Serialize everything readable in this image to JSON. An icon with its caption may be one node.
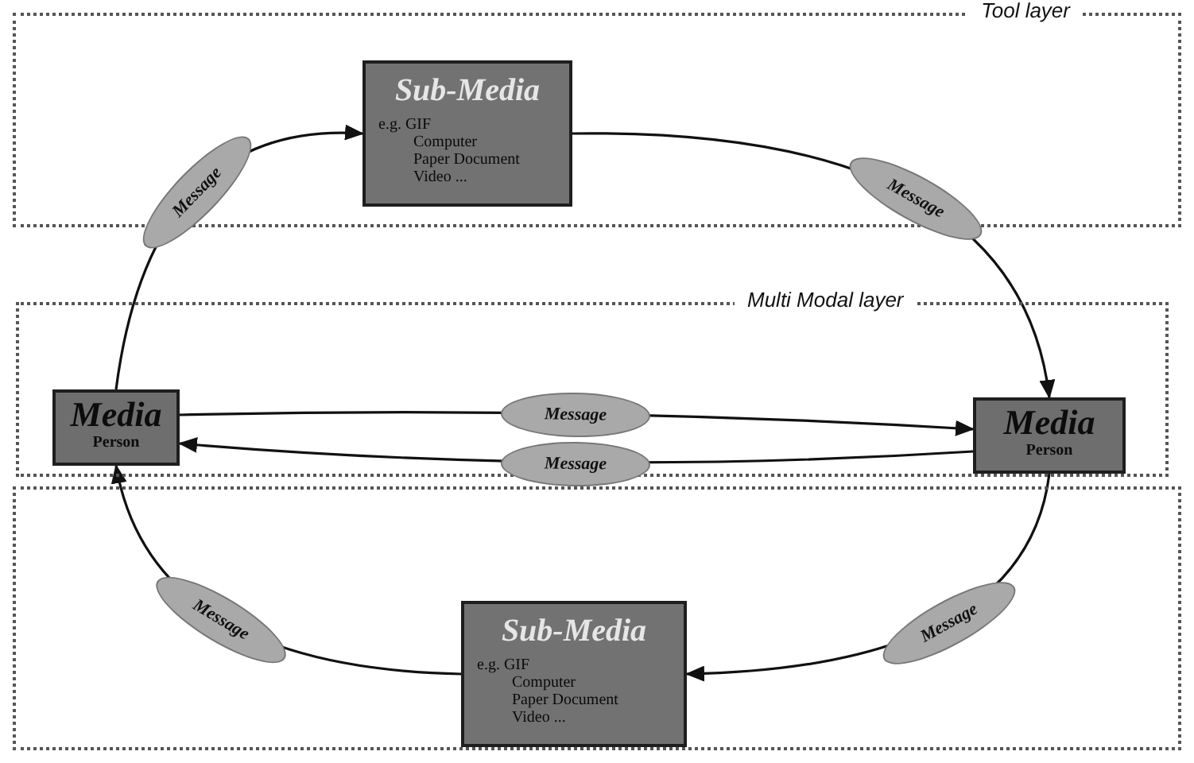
{
  "diagram": {
    "nodes": [
      {
        "text": [
          "Tool layer"
        ]
      },
      {
        "text": [
          "Sub-Media",
          "e.g. GIF",
          "Computer",
          "Paper Document",
          "Video ..."
        ],
        "in": 0
      },
      {
        "text": [
          "Multi Modal layer"
        ]
      },
      {
        "text": [
          "Media",
          "Person"
        ],
        "in": 2
      },
      {
        "text": [
          "Media",
          "Person"
        ],
        "in": 2
      },
      {
        "text": [],
        "shape": "box"
      },
      {
        "text": [
          "Sub-Media",
          "e.g. GIF",
          "Computer",
          "Paper Document",
          "Video ..."
        ],
        "in": 5
      }
    ],
    "edges": [
      {
        "from": 3,
        "to": 1,
        "arrow": "to",
        "label": "Message"
      },
      {
        "from": 1,
        "to": 4,
        "arrow": "to",
        "label": "Message"
      },
      {
        "from": 3,
        "to": 4,
        "arrow": "to",
        "label": "Message"
      },
      {
        "from": 4,
        "to": 3,
        "arrow": "to",
        "label": "Message"
      },
      {
        "from": 4,
        "to": 6,
        "arrow": "to",
        "label": "Message"
      },
      {
        "from": 6,
        "to": 3,
        "arrow": "to",
        "label": "Message"
      }
    ]
  }
}
